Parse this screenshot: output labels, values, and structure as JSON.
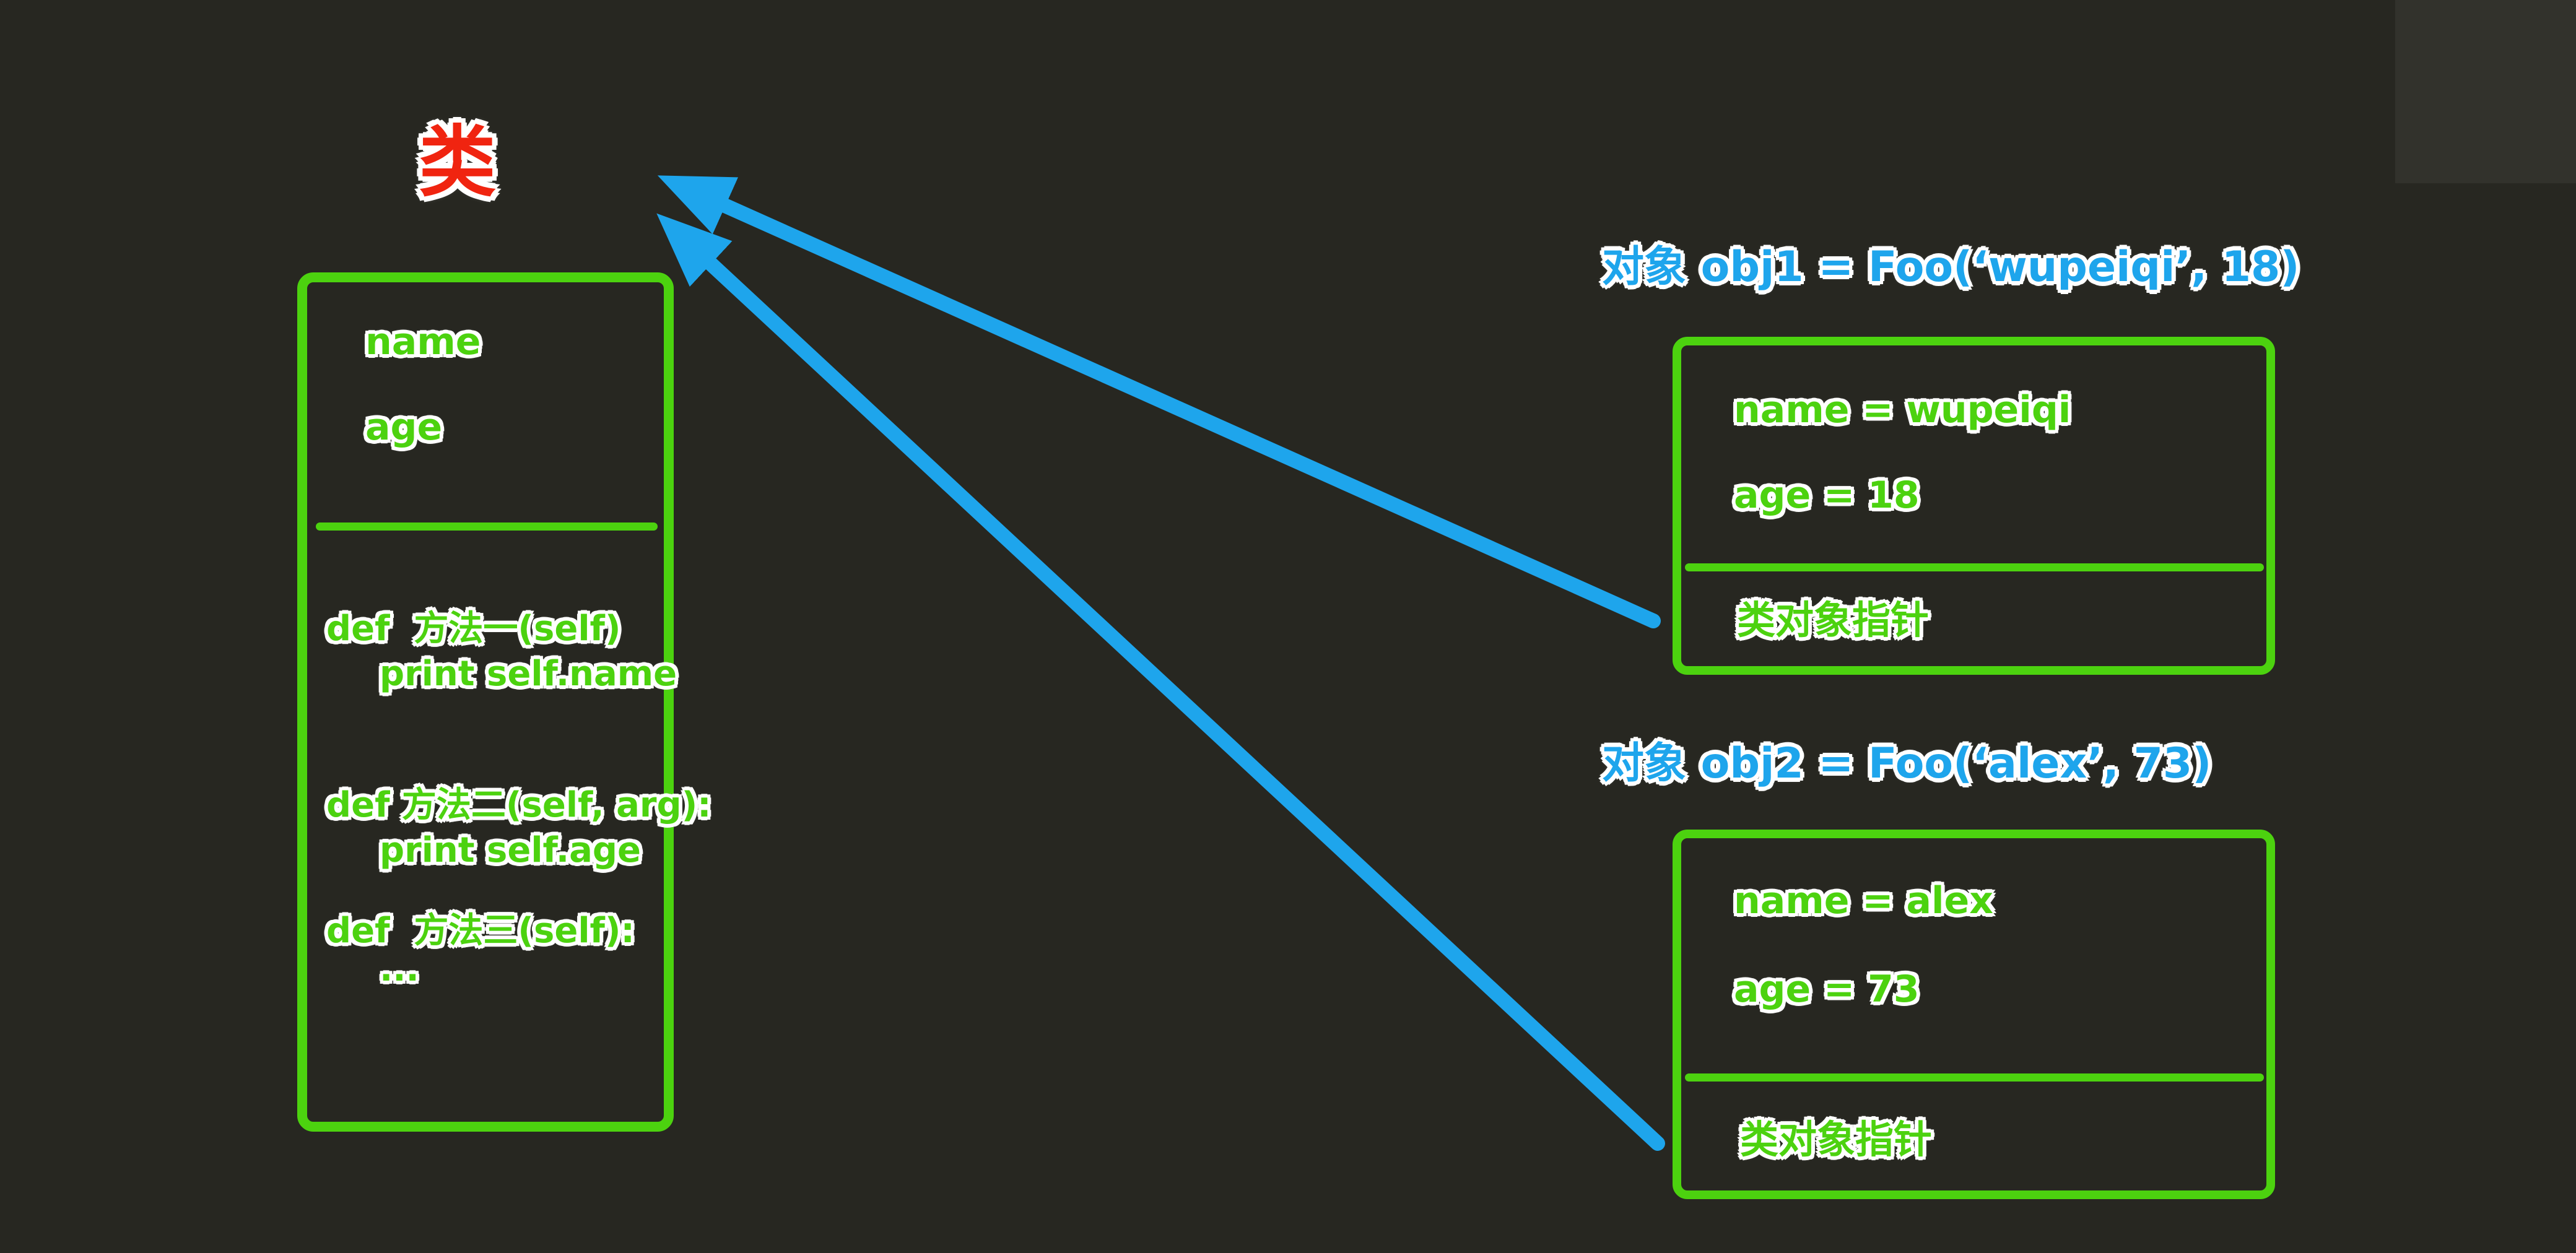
{
  "class_title": {
    "text": "类"
  },
  "class_box": {
    "attributes": [
      "name",
      "age"
    ],
    "methods": [
      {
        "def": "def  方法一(self)",
        "body": "print self.name"
      },
      {
        "def": "def 方法二(self, arg):",
        "body": "print self.age"
      },
      {
        "def": "def  方法三(self):",
        "body": "..."
      }
    ]
  },
  "objects": [
    {
      "label": "对象 obj1 = Foo(‘wupeiqi’, 18)",
      "name_field": "name = wupeiqi",
      "age_field": "age = 18",
      "pointer_label": "类对象指针"
    },
    {
      "label": "对象 obj2 = Foo(‘alex’, 73)",
      "name_field": "name = alex",
      "age_field": "age = 73",
      "pointer_label": "类对象指针"
    }
  ],
  "icons": {
    "arrow_1": "arrow-obj1-to-class",
    "arrow_2": "arrow-obj2-to-class"
  },
  "colors": {
    "background": "#272721",
    "panel": "#32322c",
    "green": "#4cd20f",
    "blue": "#1ea5ec",
    "red": "#f02410",
    "outline": "#ffffff"
  }
}
